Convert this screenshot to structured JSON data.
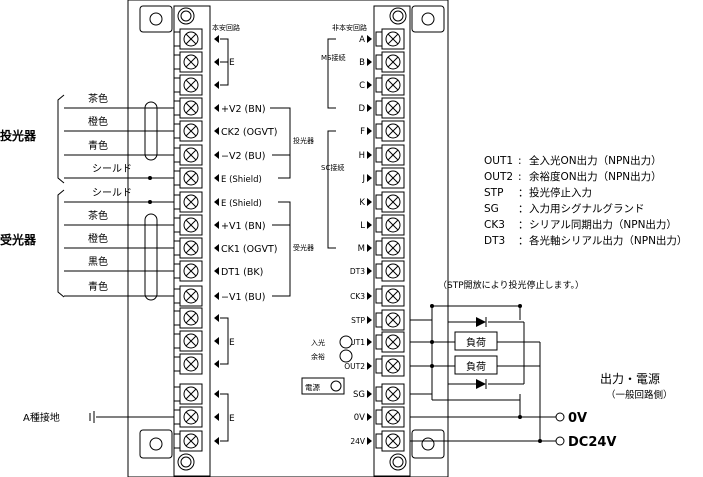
{
  "headers": {
    "left": "本安回路",
    "right": "非本安回路"
  },
  "groups": {
    "emitter": "投光器",
    "receiver": "受光器"
  },
  "brackets": {
    "emitter": "投光器",
    "receiver": "受光器",
    "ms": "MS接続",
    "sc": "SC接続"
  },
  "emitter_wires": [
    "茶色",
    "橙色",
    "青色",
    "シールド"
  ],
  "emitter_signals": [
    "+V2 (BN)",
    "CK2 (OGVT)",
    "−V2 (BU)",
    "E (Shield)"
  ],
  "receiver_wires": [
    "シールド",
    "茶色",
    "橙色",
    "黒色",
    "青色"
  ],
  "receiver_signals": [
    "E (Shield)",
    "+V1 (BN)",
    "CK1 (OGVT)",
    "DT1 (BK)",
    "−V1 (BU)"
  ],
  "e_label": "E",
  "right_labels": [
    "A",
    "B",
    "C",
    "D",
    "F",
    "H",
    "J",
    "K",
    "L",
    "M",
    "DT3",
    "CK3",
    "STP",
    "OUT1",
    "OUT2",
    "SG",
    "0V",
    "24V"
  ],
  "indicators": {
    "light_in": "入光",
    "margin": "余裕",
    "power": "電源"
  },
  "ground": "A種接地",
  "loads": [
    "負荷",
    "負荷"
  ],
  "stp_note": "（STP開放により投光停止します。）",
  "output_title": "出力・電源",
  "output_sub": "（一般回路側）",
  "terminal_0v": "0V",
  "terminal_24v": "DC24V",
  "legend": [
    {
      "code": "OUT1",
      "sep": ":",
      "desc": "全入光ON出力（NPN出力）"
    },
    {
      "code": "OUT2",
      "sep": ":",
      "desc": "余裕度ON出力（NPN出力）"
    },
    {
      "code": "STP",
      "sep": "：",
      "desc": "投光停止入力"
    },
    {
      "code": "SG",
      "sep": "：",
      "desc": "入力用シグナルグランド"
    },
    {
      "code": "CK3",
      "sep": "：",
      "desc": "シリアル同期出力（NPN出力）"
    },
    {
      "code": "DT3",
      "sep": "：",
      "desc": "各光軸シリアル出力（NPN出力）"
    }
  ]
}
